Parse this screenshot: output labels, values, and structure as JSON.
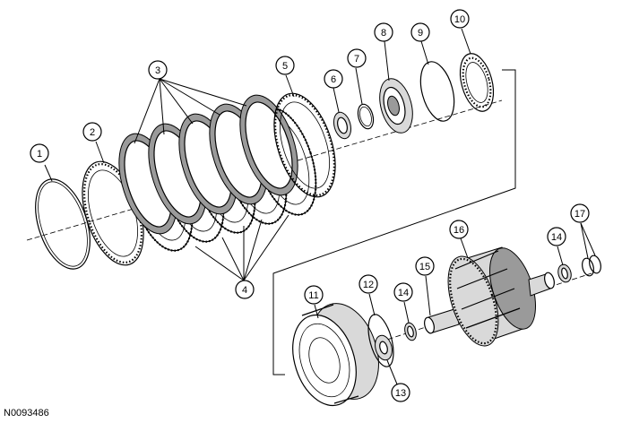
{
  "figure_code": "N0093486",
  "callouts": {
    "c1": "1",
    "c2": "2",
    "c3": "3",
    "c4": "4",
    "c5": "5",
    "c6": "6",
    "c7": "7",
    "c8": "8",
    "c9": "9",
    "c10": "10",
    "c11": "11",
    "c12": "12",
    "c13": "13",
    "c14a": "14",
    "c14b": "14",
    "c15": "15",
    "c16": "16",
    "c17": "17"
  }
}
